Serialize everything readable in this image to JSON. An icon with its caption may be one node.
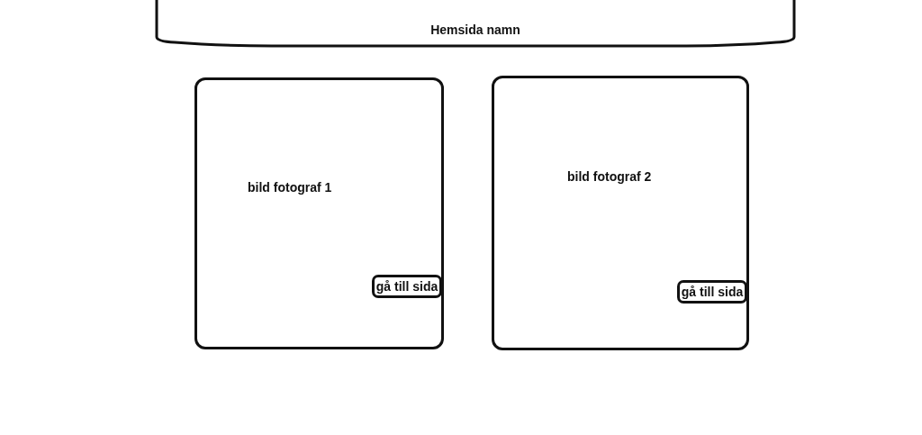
{
  "diagram": {
    "nodes": [
      {
        "text": [
          "Hemsida namn"
        ]
      },
      {
        "text": [
          "bild fotograf 1"
        ]
      },
      {
        "text": [
          "gå till sida"
        ],
        "in": 1
      },
      {
        "text": [
          "bild fotograf 2"
        ]
      },
      {
        "text": [
          "gå till sida"
        ],
        "in": 3
      }
    ]
  }
}
